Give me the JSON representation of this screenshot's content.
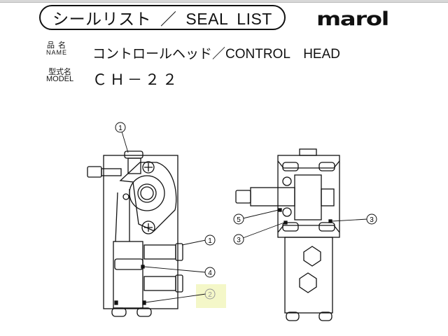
{
  "header": {
    "title": "シールリスト ／ SEAL LIST",
    "logo": "marol"
  },
  "name": {
    "label_jp": "品 名",
    "label_en": "NAME",
    "value": "コントロールヘッド／CONTROL　HEAD"
  },
  "model": {
    "label_jp": "型式名",
    "label_en": "MODEL",
    "value": "ＣＨ－２２"
  },
  "callouts": [
    {
      "id": "callout-1-top",
      "text": "1"
    },
    {
      "id": "callout-1-mid",
      "text": "1"
    },
    {
      "id": "callout-4",
      "text": "4"
    },
    {
      "id": "callout-2",
      "text": "2",
      "highlight": "#f4f7c8"
    },
    {
      "id": "callout-5",
      "text": "5"
    },
    {
      "id": "callout-3-left",
      "text": "3"
    },
    {
      "id": "callout-3-right",
      "text": "3"
    }
  ]
}
